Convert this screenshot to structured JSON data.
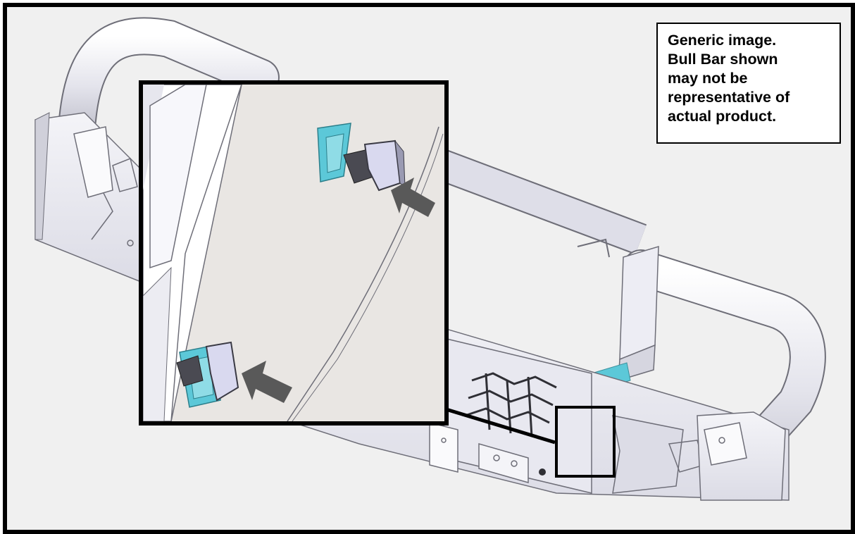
{
  "disclaimer": {
    "lines": [
      "Generic image.",
      "Bull Bar shown",
      "may not be",
      "representative of",
      "actual product."
    ]
  },
  "colors": {
    "frame": "#000000",
    "background": "#f0f0f0",
    "part_fill": "#e6e6ef",
    "part_stroke": "#6e6e78",
    "highlight": "#5cc8d8",
    "arrow": "#595959",
    "zoom_panel": "#e9e6e3"
  },
  "icons": {
    "arrow_upper": "arrow-left-icon",
    "arrow_lower": "arrow-left-icon"
  }
}
